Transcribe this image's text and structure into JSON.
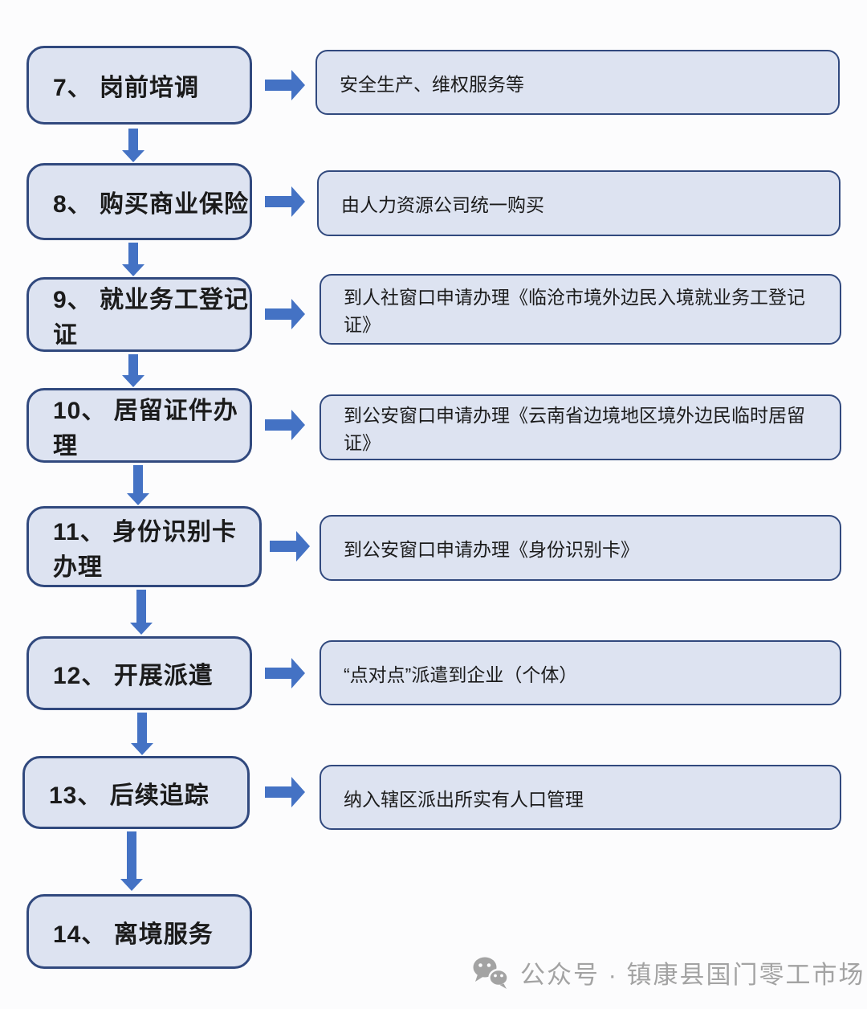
{
  "flow": {
    "steps": [
      {
        "label": "7、 岗前培调",
        "detail": "安全生产、维权服务等"
      },
      {
        "label": "8、 购买商业保险",
        "detail": "由人力资源公司统一购买"
      },
      {
        "label": "9、 就业务工登记证",
        "detail": "到人社窗口申请办理《临沧市境外边民入境就业务工登记证》"
      },
      {
        "label": "10、 居留证件办理",
        "detail": "到公安窗口申请办理《云南省边境地区境外边民临时居留证》"
      },
      {
        "label": "11、 身份识别卡办理",
        "detail": "到公安窗口申请办理《身份识别卡》"
      },
      {
        "label": "12、 开展派遣",
        "detail": "“点对点”派遣到企业（个体）"
      },
      {
        "label": "13、 后续追踪",
        "detail": "纳入辖区派出所实有人口管理"
      },
      {
        "label": "14、 离境服务"
      }
    ]
  },
  "footer": {
    "watermark_text": "公众号 · 镇康县国门零工市场",
    "icon": "wechat-icon"
  },
  "colors": {
    "box_fill": "#dde3f1",
    "box_border": "#31497e",
    "arrow": "#4472c4",
    "watermark_gray": "#a3a3a3",
    "background": "#fcfcfd"
  }
}
